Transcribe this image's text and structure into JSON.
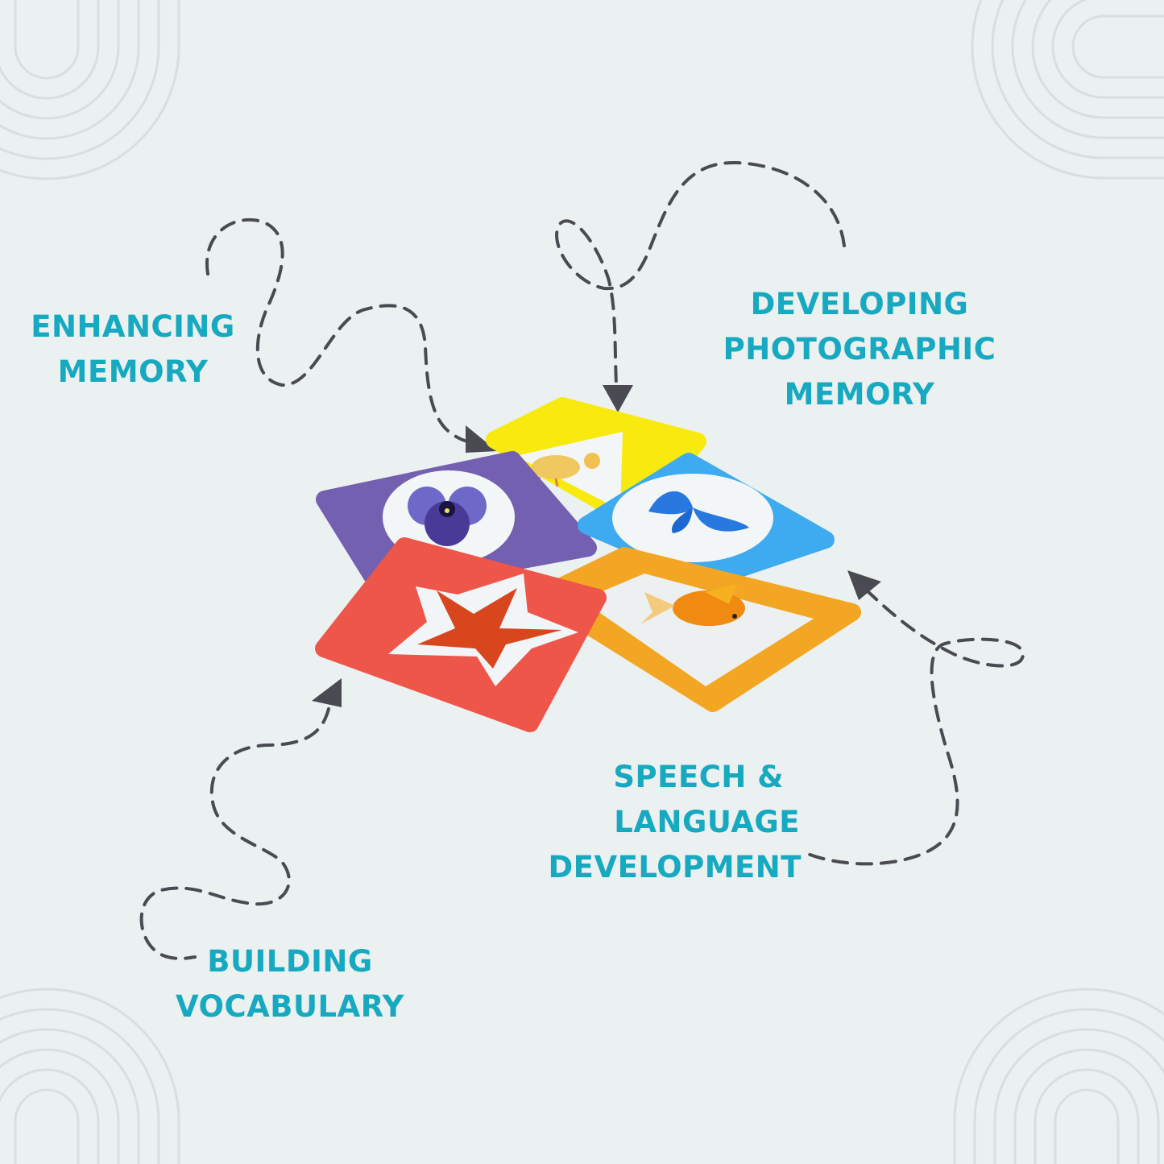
{
  "labels": {
    "enhancing_memory": [
      "ENHANCING",
      "MEMORY"
    ],
    "photographic_memory": [
      "DEVELOPING",
      "PHOTOGRAPHIC",
      "MEMORY"
    ],
    "speech_language": [
      "SPEECH &",
      "LANGUAGE",
      "DEVELOPMENT"
    ],
    "building_vocabulary": [
      "BUILDING",
      "VOCABULARY"
    ]
  },
  "cards": [
    {
      "color": "#f8ea0e",
      "shape": "triangle",
      "picture": "duckling"
    },
    {
      "color": "#7460b0",
      "shape": "circle",
      "picture": "pansy-flower"
    },
    {
      "color": "#3eaaf0",
      "shape": "circle",
      "picture": "butterfly"
    },
    {
      "color": "#f3a623",
      "shape": "square",
      "picture": "goldfish"
    },
    {
      "color": "#ee564a",
      "shape": "star",
      "picture": "starfish"
    }
  ],
  "colors": {
    "background": "#ebf0f0",
    "text": "#16a9c0",
    "dash": "#4a4a52",
    "deco": "#d9dee0"
  }
}
